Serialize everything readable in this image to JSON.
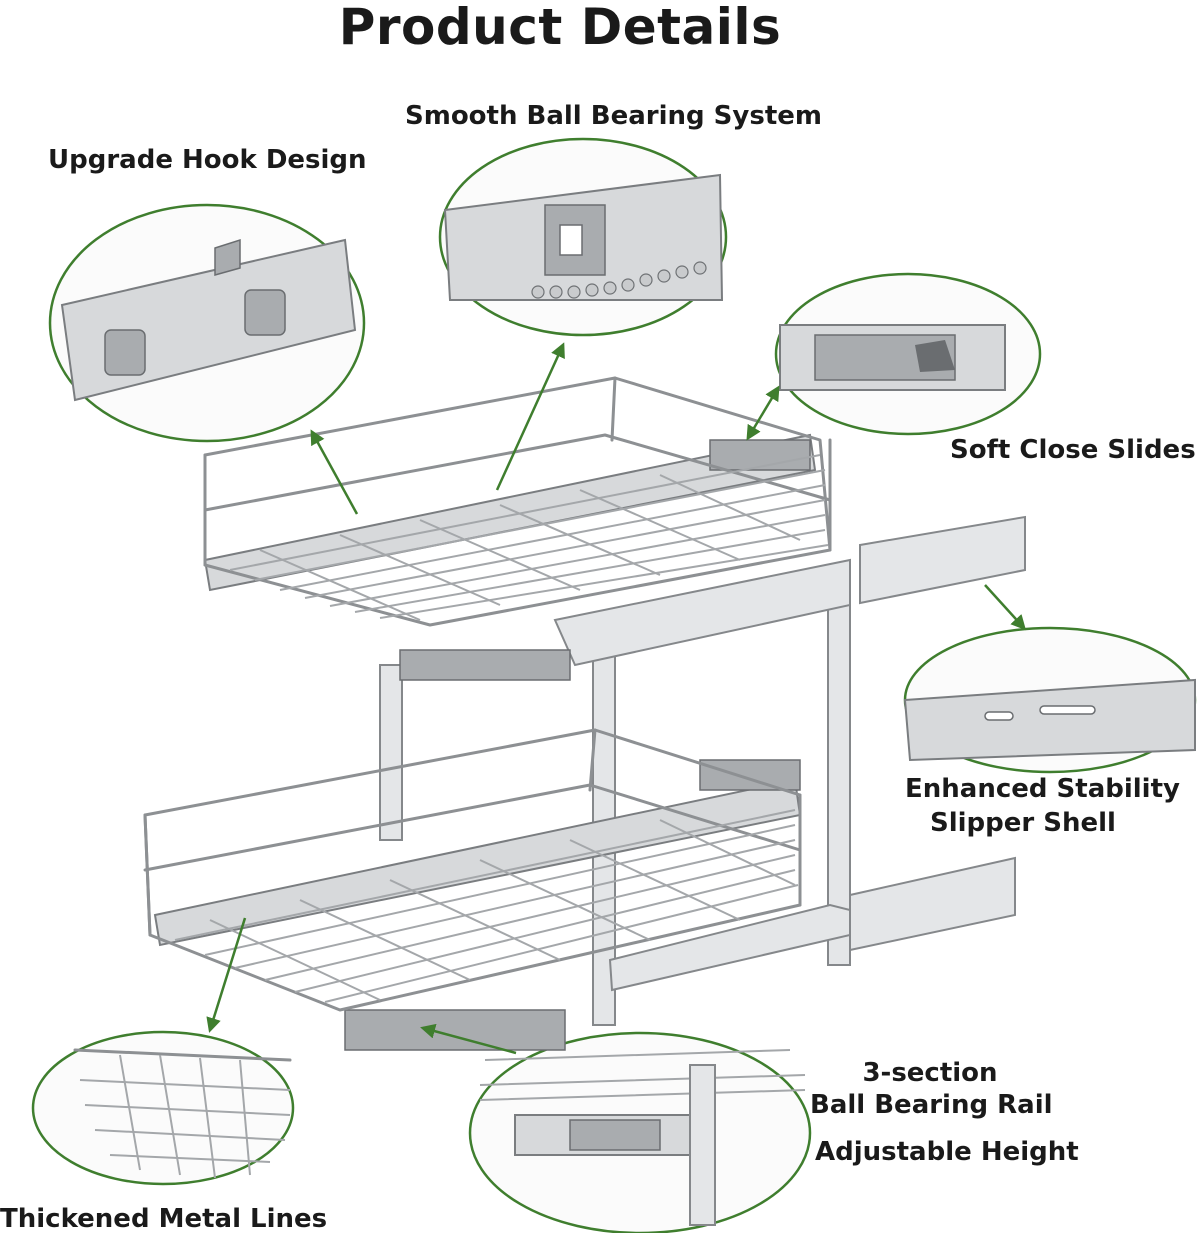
{
  "title": "Product Details",
  "callouts": {
    "ball_bearing": "Smooth Ball Bearing System",
    "hook": "Upgrade Hook Design",
    "soft_close": "Soft Close Slides",
    "stability_line1": "Enhanced Stability",
    "stability_line2": "Slipper Shell",
    "thickened": "Thickened Metal Lines",
    "rail_line1": "3-section",
    "rail_line2": "Ball Bearing Rail",
    "adjustable": "Adjustable Height"
  },
  "colors": {
    "accent_green": "#3f7e2e",
    "chrome": "#d7d9db",
    "text": "#1a1a1a"
  }
}
